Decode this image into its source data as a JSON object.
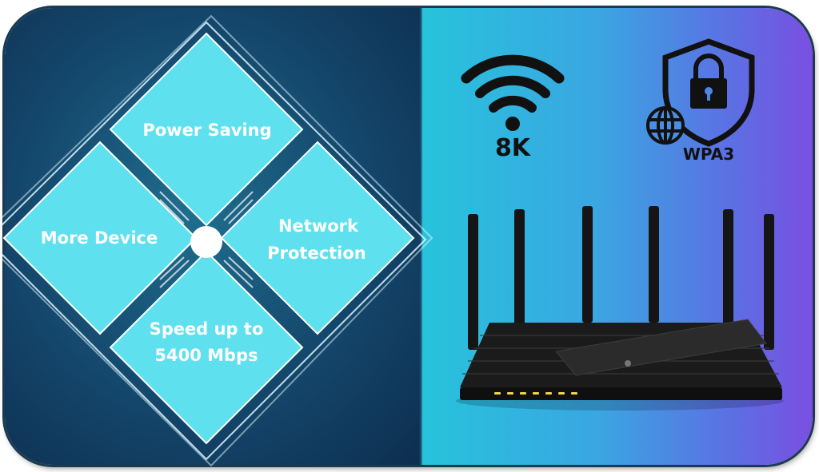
{
  "features": {
    "top": [
      "Power Saving"
    ],
    "left": [
      "More Device"
    ],
    "right": [
      "Network",
      "Protection"
    ],
    "bottom": [
      "Speed up to",
      "5400 Mbps"
    ]
  },
  "badges": {
    "wifi": "8K",
    "security": "WPA3"
  },
  "colors": {
    "tile": "#5fe0ef",
    "tile_border": "#ffffff",
    "accent_purple": "#7a4fe2",
    "accent_cyan": "#27c3dc",
    "router_body": "#1a1a1a",
    "router_leds": "#f3d34a"
  },
  "icons": [
    "wifi-icon",
    "shield-lock-icon",
    "globe-icon",
    "router-image"
  ]
}
